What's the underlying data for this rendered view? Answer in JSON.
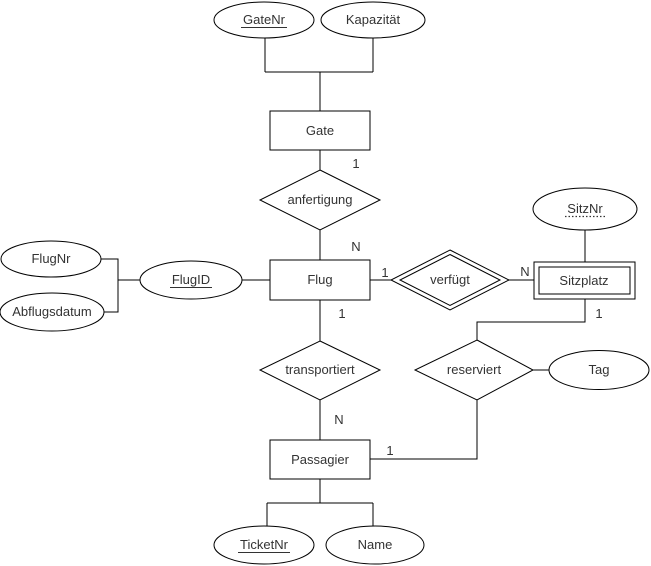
{
  "er": {
    "entities": [
      {
        "label": "Gate",
        "type": "strong"
      },
      {
        "label": "Flug",
        "type": "strong"
      },
      {
        "label": "Sitzplatz",
        "type": "weak"
      },
      {
        "label": "Passagier",
        "type": "strong"
      }
    ],
    "relationships": [
      {
        "label": "anfertigung",
        "type": "regular"
      },
      {
        "label": "verfügt",
        "type": "identifying"
      },
      {
        "label": "transportiert",
        "type": "regular"
      },
      {
        "label": "reserviert",
        "type": "regular"
      }
    ],
    "attributes": [
      {
        "label": "GateNr",
        "key": "primary"
      },
      {
        "label": "Kapazität",
        "key": "none"
      },
      {
        "label": "FlugNr",
        "key": "none"
      },
      {
        "label": "Abflugsdatum",
        "key": "none"
      },
      {
        "label": "FlugID",
        "key": "primary"
      },
      {
        "label": "SitzNr",
        "key": "partial"
      },
      {
        "label": "Tag",
        "key": "none"
      },
      {
        "label": "TicketNr",
        "key": "primary"
      },
      {
        "label": "Name",
        "key": "none"
      }
    ],
    "cardinalities": {
      "gate_anfertigung": "1",
      "anfertigung_flug": "N",
      "flug_verfuegt": "1",
      "verfuegt_sitzplatz": "N",
      "flug_transportiert": "1",
      "transportiert_passagier": "N",
      "sitzplatz_reserviert": "1",
      "reserviert_passagier": "1"
    },
    "colors": {
      "stroke": "#000000",
      "text": "#333333",
      "background": "#ffffff"
    }
  }
}
